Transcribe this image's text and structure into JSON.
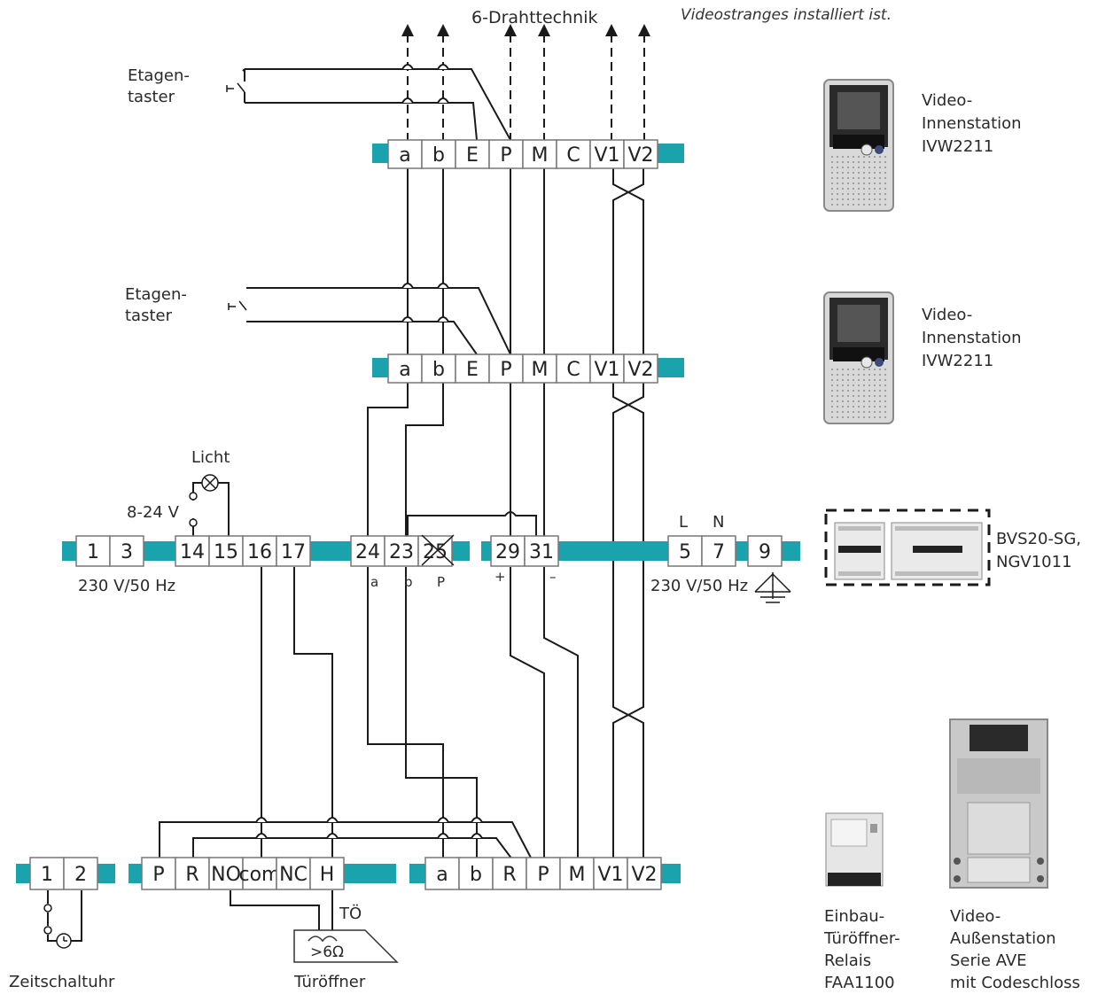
{
  "header": {
    "tech_label": "6-Drahttechnik",
    "note_text": "Videostranges installiert ist."
  },
  "terminal_strips": {
    "floor1": [
      "a",
      "b",
      "E",
      "P",
      "M",
      "C",
      "V1",
      "V2"
    ],
    "floor2": [
      "a",
      "b",
      "E",
      "P",
      "M",
      "C",
      "V1",
      "V2"
    ],
    "ps_mains": [
      "1",
      "3"
    ],
    "ps_light": [
      "14",
      "15",
      "16",
      "17"
    ],
    "ps_bus": [
      "24",
      "23",
      "25"
    ],
    "ps_dc": [
      "29",
      "31"
    ],
    "ps_out": [
      "5",
      "7"
    ],
    "ps_earth": [
      "9"
    ],
    "timer": [
      "1",
      "2"
    ],
    "relay": [
      "P",
      "R",
      "NO",
      "com",
      "NC",
      "H"
    ],
    "outdoor": [
      "a",
      "b",
      "R",
      "P",
      "M",
      "V1",
      "V2"
    ]
  },
  "labels": {
    "floor_button_1": [
      "Etagen-",
      "taster"
    ],
    "floor_button_2": [
      "Etagen-",
      "taster"
    ],
    "light": "Licht",
    "voltage_light": "8-24 V",
    "mains_left": "230 V/50 Hz",
    "mains_right": "230 V/50 Hz",
    "bus_a": "a",
    "bus_b": "b",
    "bus_p": "P",
    "dc_plus": "+",
    "dc_minus": "–",
    "phase_l": "L",
    "neutral_n": "N",
    "door_opener_term": "TÖ",
    "door_opener_value": ">6Ω",
    "timer_caption": "Zeitschaltuhr",
    "door_opener_caption": "Türöffner"
  },
  "devices": {
    "indoor_1": [
      "Video-",
      "Innenstation",
      "IVW2211"
    ],
    "indoor_2": [
      "Video-",
      "Innenstation",
      "IVW2211"
    ],
    "power_supply": [
      "BVS20-SG,",
      "NGV1011"
    ],
    "relay_module": [
      "Einbau-",
      "Türöffner-",
      "Relais",
      "FAA1100"
    ],
    "outdoor_station": [
      "Video-",
      "Außenstation",
      "Serie AVE",
      "mit Codeschloss"
    ]
  },
  "colors": {
    "rail": "#1aa3ad",
    "wire": "#1a1a1a",
    "terminal_border": "#777777"
  }
}
